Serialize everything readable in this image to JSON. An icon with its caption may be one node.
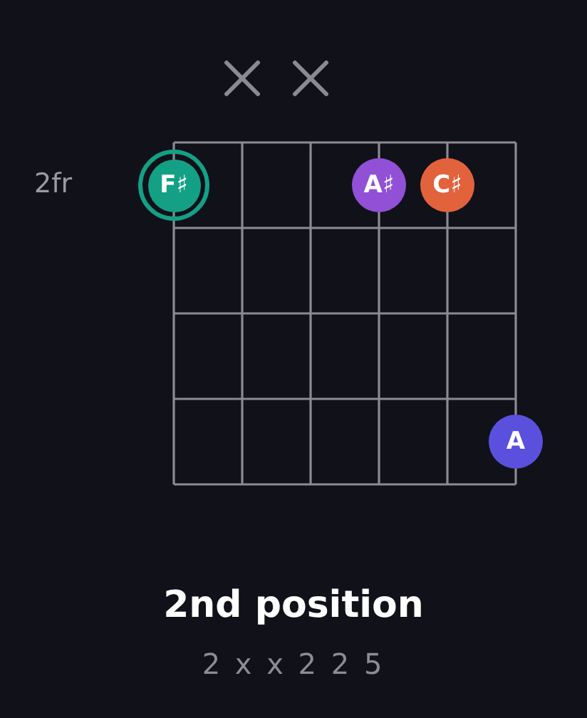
{
  "diagram": {
    "title": "2nd position",
    "caption": "2 x x 2 2 5",
    "nodes": [
      {
        "text": [
          "F♯"
        ]
      },
      {
        "text": [
          "A♯"
        ]
      },
      {
        "text": [
          "C♯"
        ]
      },
      {
        "text": [
          "A"
        ]
      }
    ],
    "labels": [
      "2fr"
    ]
  }
}
